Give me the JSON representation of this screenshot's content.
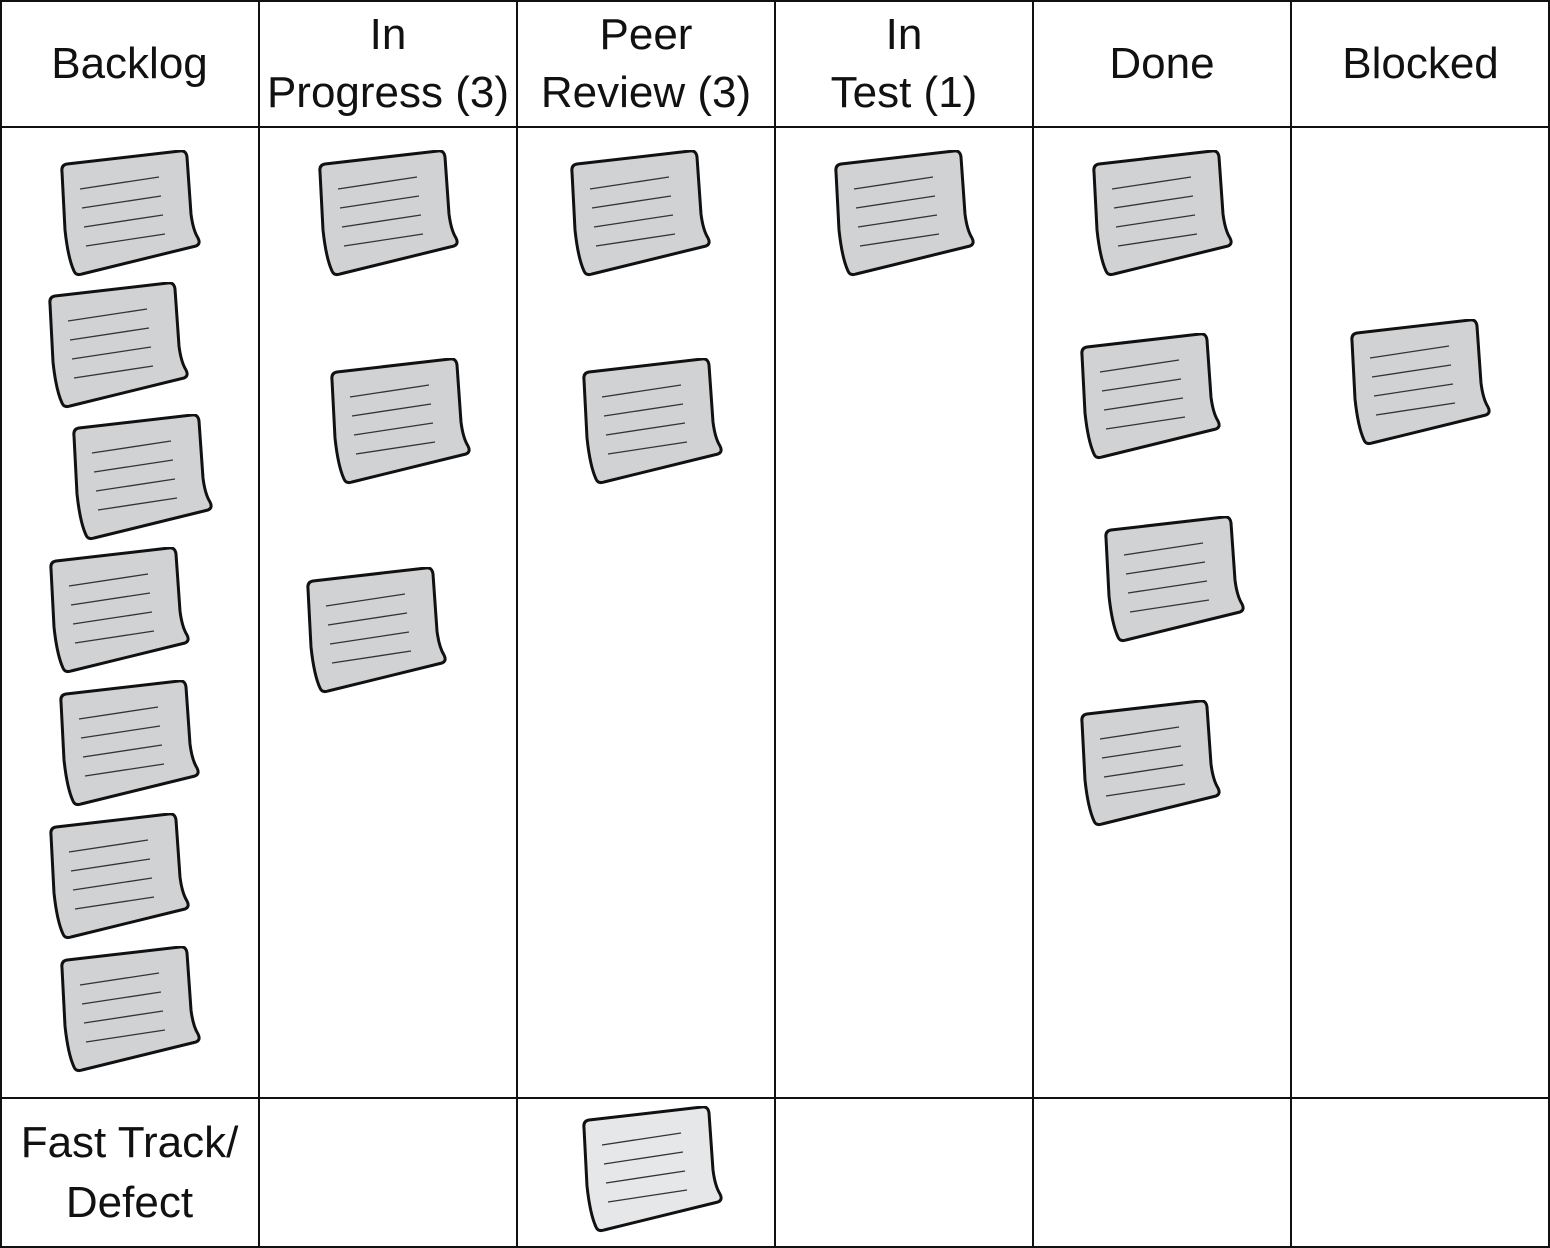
{
  "board": {
    "columns": [
      {
        "id": "backlog",
        "label": "Backlog",
        "card_count": 7
      },
      {
        "id": "in-progress",
        "label": "In\nProgress (3)",
        "card_count": 3
      },
      {
        "id": "peer-review",
        "label": "Peer\nReview (3)",
        "card_count": 2
      },
      {
        "id": "in-test",
        "label": "In\nTest (1)",
        "card_count": 1
      },
      {
        "id": "done",
        "label": "Done",
        "card_count": 4
      },
      {
        "id": "blocked",
        "label": "Blocked",
        "card_count": 1
      }
    ],
    "swimlane": {
      "label": "Fast Track/\nDefect",
      "card_count_peer_review": 1
    },
    "colors": {
      "card_fill": "#d1d2d4",
      "fast_track_card_fill": "#e6e7e8",
      "card_stroke": "#111111",
      "card_line": "#333333",
      "grid_line": "#111111"
    }
  }
}
